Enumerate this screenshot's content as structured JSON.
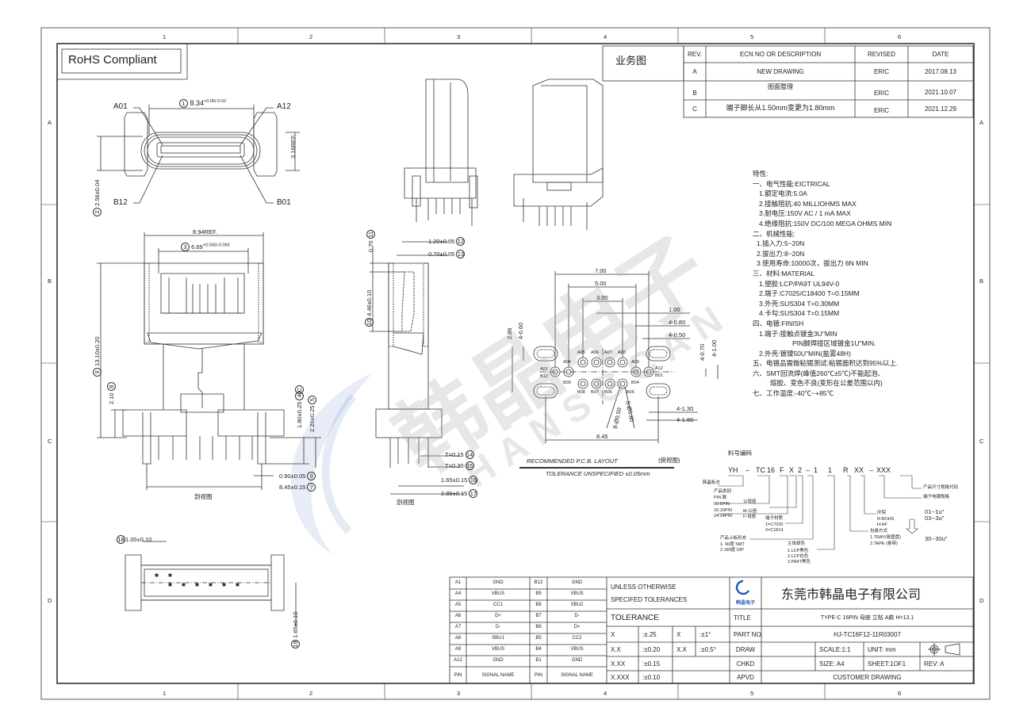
{
  "frame": {
    "columns": [
      "1",
      "2",
      "3",
      "4",
      "5",
      "6"
    ],
    "rows": [
      "A",
      "B",
      "C",
      "D"
    ]
  },
  "rohs": "RoHS Compliant",
  "business_drawing": "业务图",
  "watermark": {
    "cn": "韩晶电子",
    "en": "HANSGCAN"
  },
  "revisions": {
    "headers": [
      "REV.",
      "ECN NO OR DESCRIPTION",
      "REVISED",
      "DATE"
    ],
    "rows": [
      [
        "A",
        "NEW DRAWING",
        "ERIC",
        "2017.08.13"
      ],
      [
        "B",
        "图面整理",
        "ERIC",
        "2021.10.07"
      ],
      [
        "C",
        "端子脚长从1.50mm变更为1.80mm",
        "ERIC",
        "2021.12.29"
      ]
    ]
  },
  "specs": [
    "特性:",
    "一、电气性能:EICTRICAL",
    "1.额定电流:5.0A",
    "2.接触阻抗:40 MILLIOHMS MAX",
    "3.耐电压:150V AC / 1 mA MAX",
    "4.绝缘阻抗:150V DC/100 MEGA OHMS MIN",
    "二、机械性能:",
    "1.插入力:5~20N",
    "2.拔出力:8~20N",
    "3.使用寿命:10000次，拔出力 6N MIN",
    "三、材料:MATERIAL",
    "1.塑胶:LCP/PA9T UL94V-0",
    "2.端子:C7025/C18400 T=0.15MM",
    "3.外壳:SUS304 T=0.30MM",
    "4.卡勾:SUS304 T=0.15MM",
    "四、电镀:FINISH",
    "1.端子:接触点镀金3U\"MIN",
    "PIN脚焊接区域镀金1U\"MIN.",
    "2.外壳:镀镍50U\"MIN(盐雾48H)",
    "五、电镀品需做粘锡测试:粘锡面积达到95%以上.",
    "六、SMT回流焊(峰值260℃±5℃)不能起泡、",
    "熔胶、变色不良(变形在公差范围以内)",
    "七、工作温度:-40℃~+85℃"
  ],
  "front_view": {
    "a01": "A01",
    "a12": "A12",
    "b12": "B12",
    "b01": "B01",
    "b1": "1",
    "dim1": "8.34",
    "dim1_tol": "+0.06/-0.02",
    "dim_ref": "3.16REF.",
    "b2": "2",
    "dim2": "2.56±0.04"
  },
  "side_view": {
    "dim_894": "8.94REF.",
    "b3": "3",
    "dim_669": "6.69",
    "dim_669_tol": "+0.045/-0.065",
    "b9": "9",
    "dim_1310": "13.10±0.20",
    "dim_210": "2.10",
    "b8": "8",
    "bc": "C",
    "b4": "4",
    "dim_180": "1.80±0.25",
    "b5": "5",
    "dim_220": "2.20±0.25",
    "dim_090": "0.90±0.05",
    "b6": "6",
    "dim_845": "8.45±0.15",
    "b7": "7",
    "caption": "剖视图"
  },
  "section_view": {
    "b11": "11",
    "dim_070": "0.70",
    "dim_120": "1.20±0.05",
    "b12": "12",
    "dim_070b": "0.70±0.05",
    "b13": "13",
    "b10": "10",
    "dim_446": "4.46±0.10",
    "t015": "T=0.15",
    "b14": "14",
    "t030": "T=0.30",
    "b15": "15",
    "dim_165": "1.65±0.15",
    "b16": "16",
    "dim_286": "2.86±0.15",
    "b17": "17",
    "caption": "剖视图"
  },
  "bottom_view": {
    "b18": "18",
    "dim_100": "1.00±0.10",
    "b19": "19",
    "dim_165": "1.65±0.10"
  },
  "pcb": {
    "d700": "7.00",
    "d500": "5.00",
    "d300": "3.00",
    "d100": "1.00",
    "d480": "4-0.80",
    "d450": "4-0.50",
    "d460": "4-0.60",
    "d286": "2.86",
    "d470": "4-0.70",
    "d4100": "4-1.00",
    "d4130": "4-1.30",
    "d4180": "4-1.80",
    "d8050": "8-Ø0.50",
    "d8080": "8-Ø0.80",
    "d845": "8.45",
    "pins": {
      "a01": "A01",
      "b12": "B12",
      "a04": "A04",
      "b09": "B09",
      "a05": "A05",
      "a06": "A06",
      "a07": "A07",
      "a08": "A08",
      "b08": "B08",
      "b07": "B07",
      "b06": "B06",
      "b05": "B05",
      "a09": "A09",
      "b04": "B04",
      "a12": "A12",
      "b01": "B01"
    },
    "caption": "RECOMMENDED   P.C.B.  LAYOUT",
    "view": "(俯视图)",
    "tolerance": "TOLERANCE UNSPECIFIED ±0.05mm"
  },
  "part_code": {
    "title": "料号编码",
    "segments": [
      "YH",
      "–",
      "TC",
      "16",
      "F",
      "X",
      "2",
      "–",
      "1",
      "1",
      "R",
      "XX",
      "–",
      "XXX"
    ],
    "notes": {
      "company": "韩晶标志",
      "category": "产品类别",
      "pin": "PIN 数",
      "pin_opts": [
        "06:6PIN",
        "16:16PIN",
        "24:24PIN"
      ],
      "gender": "公母座",
      "gender_opts": [
        "M-公座",
        "F-母座"
      ],
      "terminal": "端子材质",
      "terminal_opts": [
        "1=C7025",
        "2=C1814"
      ],
      "mount": "产品上板形态",
      "mount_opts": [
        "1. 90度 SMT",
        "2.180度 DIP"
      ],
      "color": "主体颜色",
      "color_opts": [
        "1.LCP黑色",
        "2.LCP白色",
        "3.PA9T黑色"
      ],
      "pack": "包装方式",
      "pack_opts": [
        "1.TRAY(吸塑盘)",
        "2.TAPE (卷带)"
      ],
      "env": "环保",
      "env_opts": [
        "R:ROHS",
        "H:HF"
      ],
      "plating": "端子电镀规格",
      "plating_opts": [
        "01--1u\"",
        "03--3u\"",
        "30--30u\""
      ],
      "size": "产品尺寸规格代码"
    }
  },
  "pin_table": {
    "rows": [
      [
        "A1",
        "GND",
        "B12",
        "GND"
      ],
      [
        "A4",
        "VBUS",
        "B9",
        "VBUS"
      ],
      [
        "A5",
        "CC1",
        "B8",
        "SBU2"
      ],
      [
        "A6",
        "D+",
        "B7",
        "D-"
      ],
      [
        "A7",
        "D-",
        "B6",
        "D+"
      ],
      [
        "A8",
        "SBU1",
        "B5",
        "CC2"
      ],
      [
        "A9",
        "VBUS",
        "B4",
        "VBUS"
      ],
      [
        "A12",
        "GND",
        "B1",
        "GND"
      ]
    ],
    "header": [
      "PIN",
      "SIGNAL NAME",
      "PIN",
      "SIGNAL NAME"
    ]
  },
  "title_block": {
    "unless1": "UNLESS OTHERWISE",
    "unless2": "SPECIFED TOLERANCES",
    "logo_text": "韩晶电子",
    "company": "东莞市韩晶电子有限公司",
    "tolerance": "TOLERANCE",
    "title_label": "TITLE",
    "title": "TYPE-C 16PIN 母座 立贴 A款 H=13.1",
    "tol_rows": [
      [
        "X",
        ":±.25",
        "X",
        ":±1°"
      ],
      [
        "X.X",
        ":±0.20",
        "X.X",
        ":±0.5°"
      ],
      [
        "X.XX",
        ":±0.15",
        "",
        ""
      ],
      [
        "X.XXX",
        ":±0.10",
        "",
        ""
      ]
    ],
    "part_no_label": "PART NO.",
    "part_no": "HJ-TC16F12-11R03007",
    "draw": "DRAW",
    "chkd": "CHKD",
    "apvd": "APVD",
    "scale": "SCALE:1:1",
    "unit": "UNIT:   mm",
    "size": "SIZE:  A4",
    "sheet": "SHEET:1OF1",
    "rev": "REV:  A",
    "customer": "CUSTOMER DRAWING"
  }
}
